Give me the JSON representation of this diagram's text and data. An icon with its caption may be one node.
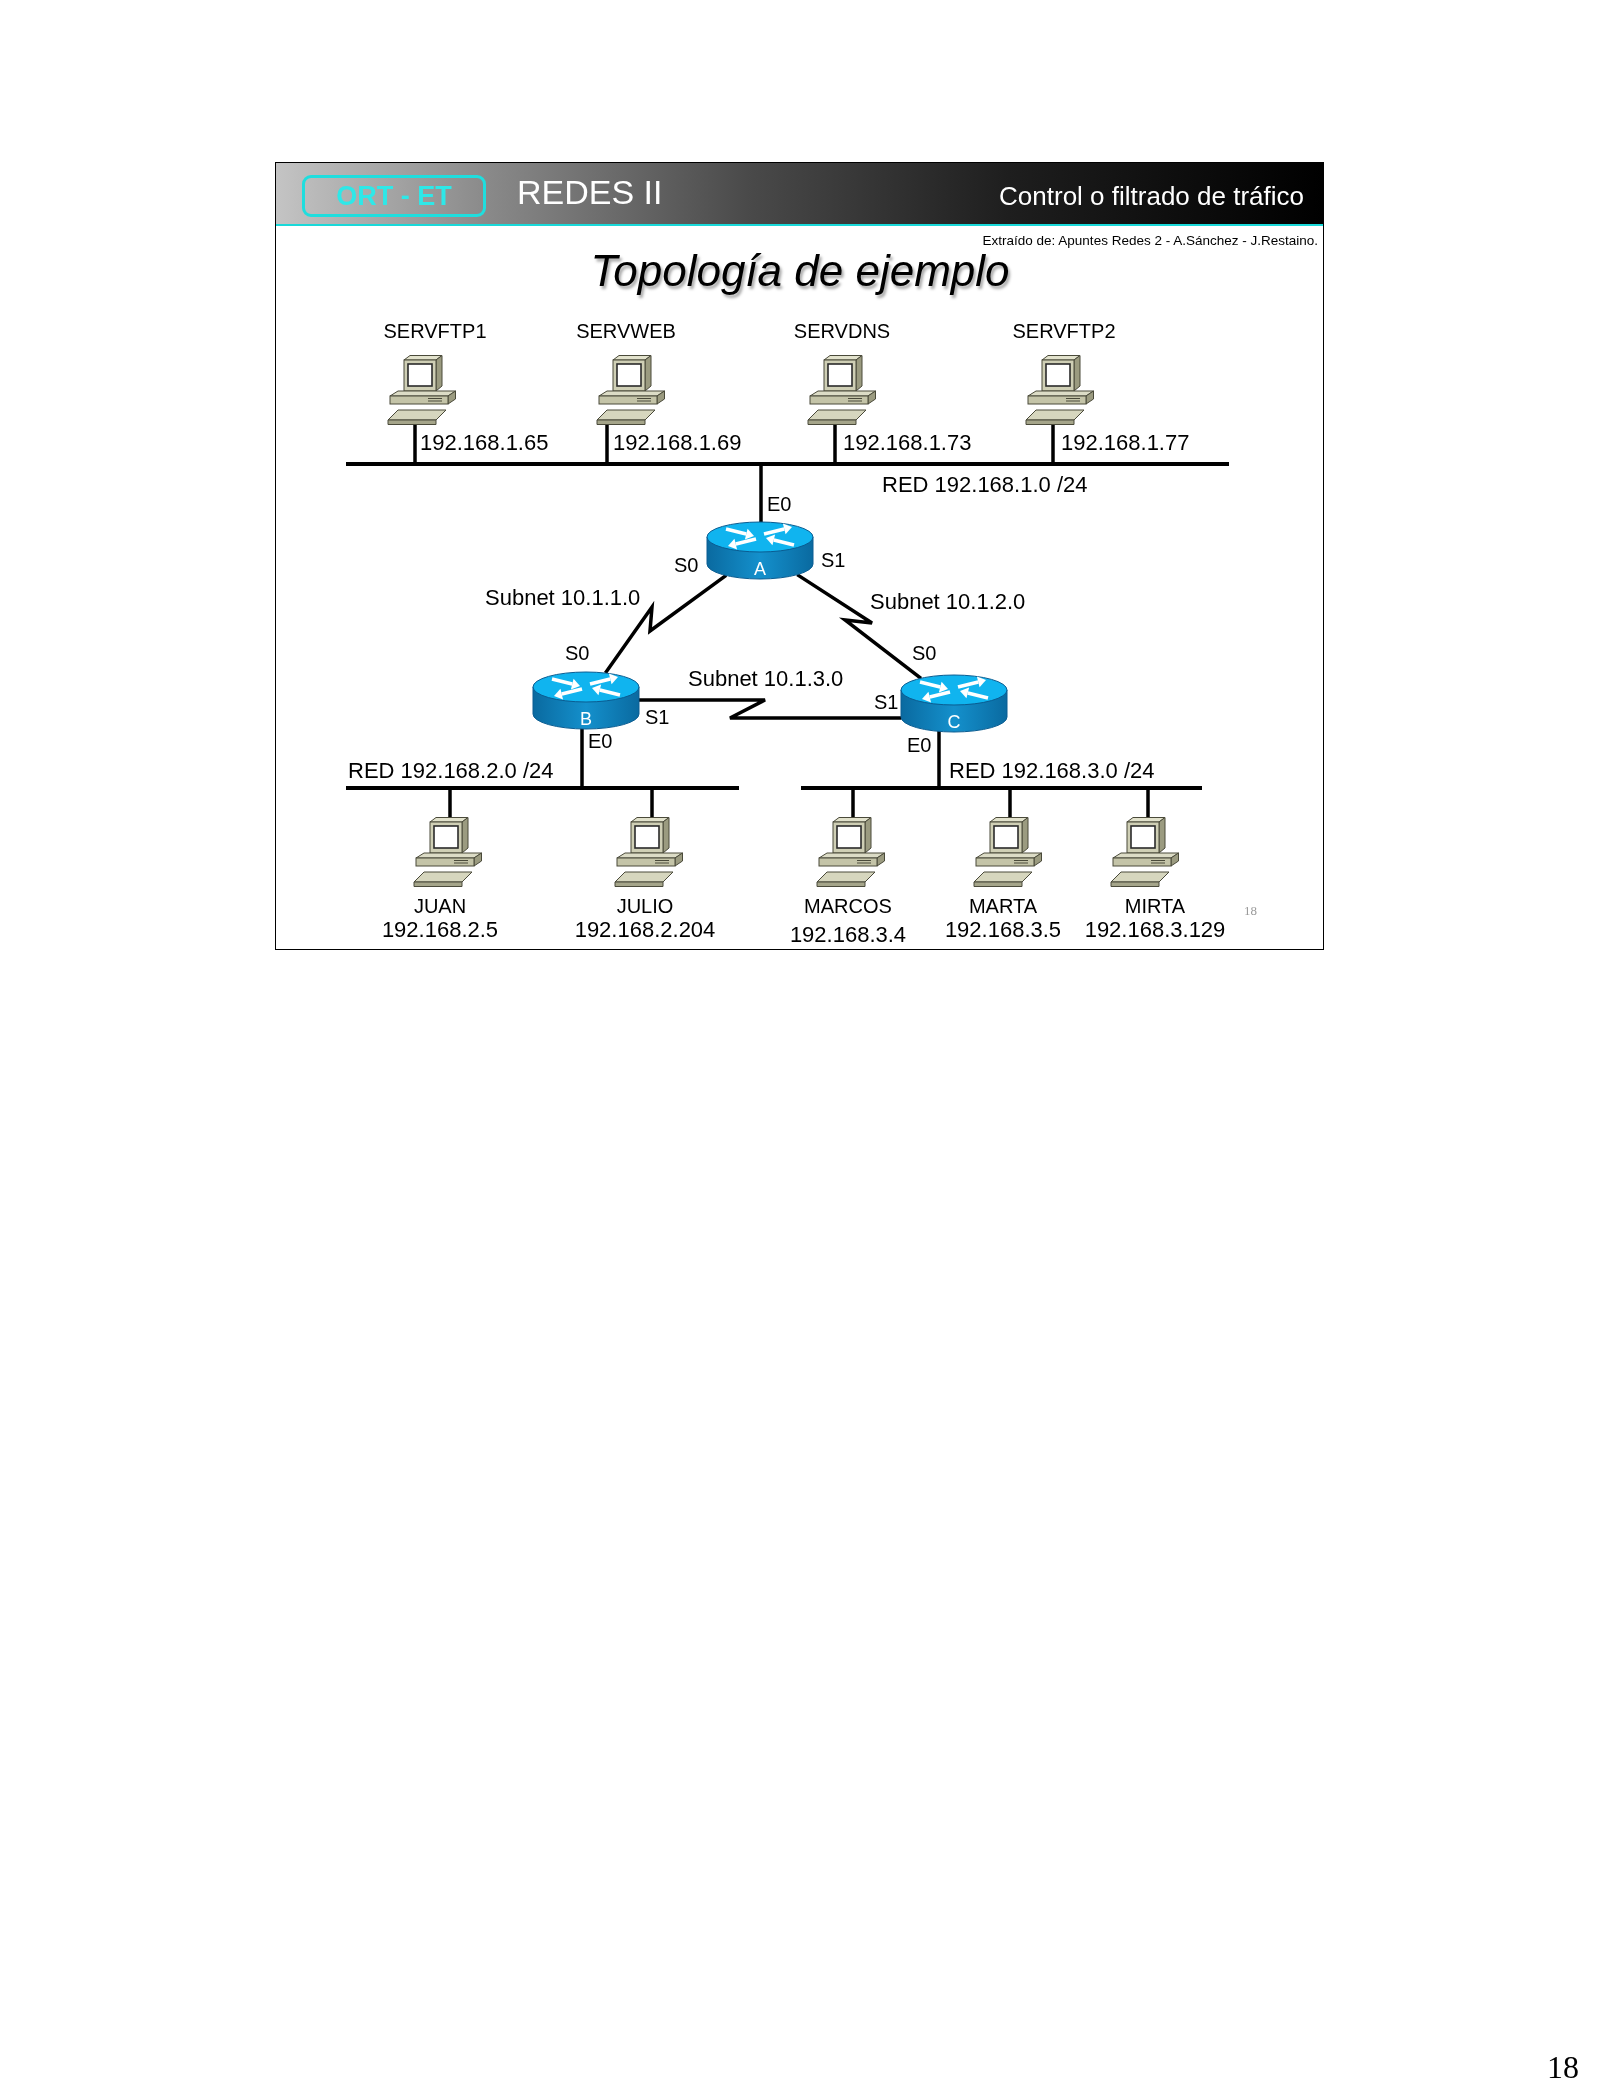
{
  "diagram": {
    "title": "Topología de ejemplo",
    "nodes": [
      {
        "text": [
          "REDES II",
          "Control o filtrado de tráfico"
        ]
      },
      {
        "text": [
          "ORT - ET"
        ],
        "in": 0
      },
      {
        "text": [
          "SERVFTP1"
        ],
        "beside": [
          "192.168.1.65"
        ]
      },
      {
        "text": [
          "SERVWEB"
        ],
        "beside": [
          "192.168.1.69"
        ]
      },
      {
        "text": [
          "SERVDNS"
        ],
        "beside": [
          "192.168.1.73"
        ]
      },
      {
        "text": [
          "SERVFTP2"
        ],
        "beside": [
          "192.168.1.77"
        ]
      },
      {
        "text": [],
        "shape": "bar",
        "beside": [
          "RED 192.168.1.0 /24"
        ]
      },
      {
        "text": [
          "A"
        ],
        "beside": [
          "S0",
          "S1"
        ]
      },
      {
        "text": [
          "B"
        ],
        "beside": [
          "S0",
          "S1"
        ]
      },
      {
        "text": [
          "C"
        ],
        "beside": [
          "S0",
          "S1"
        ]
      },
      {
        "text": [],
        "shape": "bar",
        "beside": [
          "RED 192.168.2.0 /24"
        ]
      },
      {
        "text": [],
        "shape": "bar",
        "beside": [
          "RED 192.168.3.0 /24"
        ]
      },
      {
        "text": [
          "JUAN",
          "192.168.2.5"
        ]
      },
      {
        "text": [
          "JULIO",
          "192.168.2.204"
        ]
      },
      {
        "text": [
          "MARCOS",
          "192.168.3.4"
        ]
      },
      {
        "text": [
          "MARTA",
          "192.168.3.5"
        ]
      },
      {
        "text": [
          "MIRTA",
          "192.168.3.129"
        ]
      }
    ],
    "edges": [
      {
        "from": 2,
        "to": 6,
        "arrow": "none"
      },
      {
        "from": 3,
        "to": 6,
        "arrow": "none"
      },
      {
        "from": 4,
        "to": 6,
        "arrow": "none"
      },
      {
        "from": 5,
        "to": 6,
        "arrow": "none"
      },
      {
        "from": 7,
        "to": 6,
        "arrow": "none",
        "label": "E0"
      },
      {
        "from": 7,
        "to": 8,
        "arrow": "none",
        "label": "Subnet 10.1.1.0"
      },
      {
        "from": 7,
        "to": 9,
        "arrow": "none",
        "label": "Subnet 10.1.2.0"
      },
      {
        "from": 8,
        "to": 9,
        "arrow": "none",
        "label": "Subnet 10.1.3.0"
      },
      {
        "from": 8,
        "to": 10,
        "arrow": "none",
        "label": "E0"
      },
      {
        "from": 9,
        "to": 11,
        "arrow": "none",
        "label": "E0"
      },
      {
        "from": 10,
        "to": 12,
        "arrow": "none"
      },
      {
        "from": 10,
        "to": 13,
        "arrow": "none"
      },
      {
        "from": 11,
        "to": 14,
        "arrow": "none"
      },
      {
        "from": 11,
        "to": 15,
        "arrow": "none"
      },
      {
        "from": 11,
        "to": 16,
        "arrow": "none"
      }
    ],
    "labels": [
      "Extraído de: Apuntes Redes 2 - A.Sánchez - J.Restaino.",
      "18",
      "18"
    ]
  }
}
